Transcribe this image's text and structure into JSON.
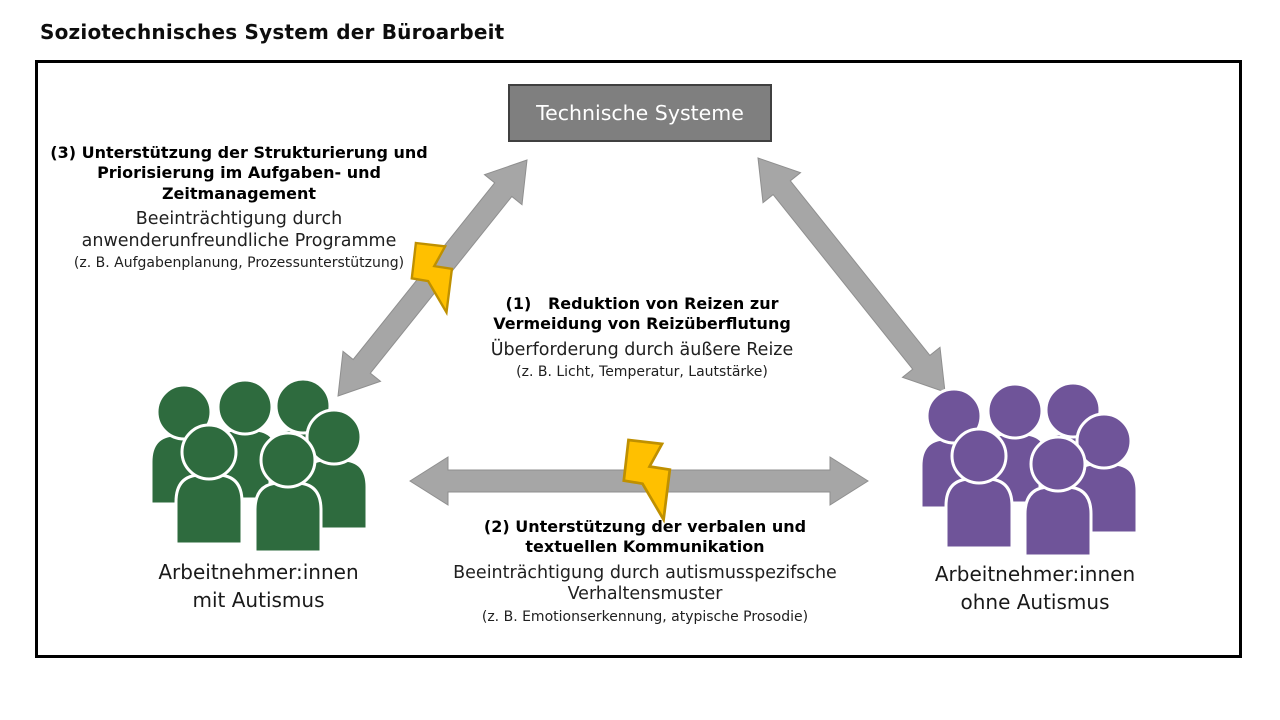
{
  "title": "Soziotechnisches System der Büroarbeit",
  "technical_systems_box": {
    "label": "Technische Systeme",
    "bg_color": "#7F7F7F",
    "border_color": "#404040",
    "text_color": "#FFFFFF"
  },
  "groups": {
    "left": {
      "label": "Arbeitnehmer:innen\nmit Autismus",
      "color": "#2E6B3E"
    },
    "right": {
      "label": "Arbeitnehmer:innen\nohne Autismus",
      "color": "#6F5499"
    }
  },
  "relations": {
    "r1": {
      "heading": "(1)   Reduktion von Reizen zur\nVermeidung von Reizüberflutung",
      "impairment": "Überforderung durch äußere Reize",
      "examples": "(z. B. Licht, Temperatur, Lautstärke)"
    },
    "r2": {
      "heading": "(2) Unterstützung der verbalen und\ntextuellen Kommunikation",
      "impairment": "Beeinträchtigung durch autismusspezifsche\nVerhaltensmuster",
      "examples": "(z. B. Emotionserkennung, atypische Prosodie)"
    },
    "r3": {
      "heading": "(3) Unterstützung der Strukturierung und\nPriorisierung im Aufgaben- und\nZeitmanagement",
      "impairment": "Beeinträchtigung durch\nanwenderunfreundliche Programme",
      "examples": "(z. B. Aufgabenplanung, Prozessunterstützung)"
    }
  },
  "colors": {
    "arrow": "#A6A6A6",
    "arrow_stroke": "#8F8F8F",
    "bolt_fill": "#FFC000",
    "bolt_stroke": "#BF9000",
    "frame_border": "#000000"
  }
}
